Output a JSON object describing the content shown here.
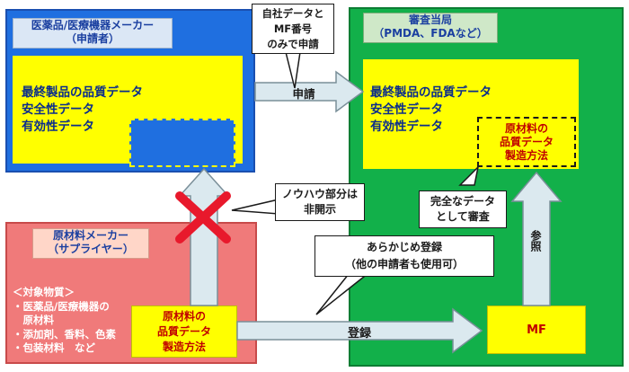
{
  "manufacturer": {
    "title_line1": "医薬品/医療機器メーカー",
    "title_line2": "（申請者）",
    "data_lines": [
      "最終製品の品質データ",
      "安全性データ",
      "有効性データ"
    ]
  },
  "authority": {
    "title_line1": "審査当局",
    "title_line2": "（PMDA、FDAなど）",
    "data_lines": [
      "最終製品の品質データ",
      "安全性データ",
      "有効性データ"
    ],
    "raw_material_lines": [
      "原材料の",
      "品質データ",
      "製造方法"
    ]
  },
  "supplier": {
    "title_line1": "原材料メーカー",
    "title_line2": "（サプライヤー）",
    "targets_header": "＜対象物質＞",
    "targets": [
      "・医薬品/医療機器の",
      "　原材料",
      "・添加剤、香料、色素",
      "・包装材料　など"
    ],
    "raw_material_lines": [
      "原材料の",
      "品質データ",
      "製造方法"
    ]
  },
  "callouts": {
    "submit_note": [
      "自社データと",
      "MF番号",
      "のみで申請"
    ],
    "knowhow_note": [
      "ノウハウ部分は",
      "非開示"
    ],
    "review_note": [
      "完全なデータ",
      "として審査"
    ],
    "preregister_note": [
      "あらかじめ登録",
      "（他の申請者も使用可）"
    ]
  },
  "arrows": {
    "submit_label": "申請",
    "register_label": "登録",
    "reference_label": "参照"
  },
  "mf_label": "MF",
  "colors": {
    "applicant_panel": "#1f6fe0",
    "authority_panel": "#12b04a",
    "supplier_panel": "#f07a7a",
    "highlight": "#ffff00",
    "arrow_fill": "#dbe9ef",
    "cross": "#e8192c"
  }
}
